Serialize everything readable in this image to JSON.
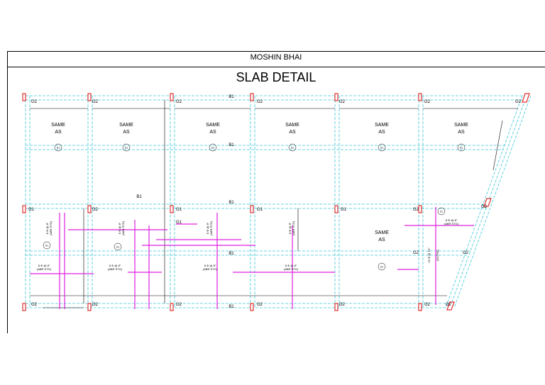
{
  "header": {
    "client": "MOSHIN BHAI",
    "title": "SLAB DETAIL"
  },
  "panels": [
    {
      "line1": "SAME",
      "line2": "AS",
      "ref": "S1"
    },
    {
      "line1": "SAME",
      "line2": "AS",
      "ref": "S1"
    },
    {
      "line1": "SAME",
      "line2": "AS",
      "ref": "S1"
    },
    {
      "line1": "SAME",
      "line2": "AS",
      "ref": "S1"
    },
    {
      "line1": "SAME",
      "line2": "AS",
      "ref": "S1"
    },
    {
      "line1": "SAME",
      "line2": "AS",
      "ref": "S1"
    },
    {
      "line1": "SAME",
      "line2": "AS",
      "ref": "S1"
    }
  ],
  "slab_refs": [
    "S1",
    "S1",
    "S1",
    "S1"
  ],
  "beams": {
    "b1": "B1"
  },
  "grid_labels": {
    "g1": "G1",
    "g2": "G2"
  },
  "bar_notes": {
    "main": "8 Φ @ 8\"",
    "abr": "(ABR STG)",
    "extra": "10 Φ @ 10\"",
    "extra_tag": "(EXTRA)"
  },
  "colors": {
    "grid": "#3cc8d8",
    "rebar": "#e020e0",
    "column": "#e03030",
    "line": "#000000"
  }
}
